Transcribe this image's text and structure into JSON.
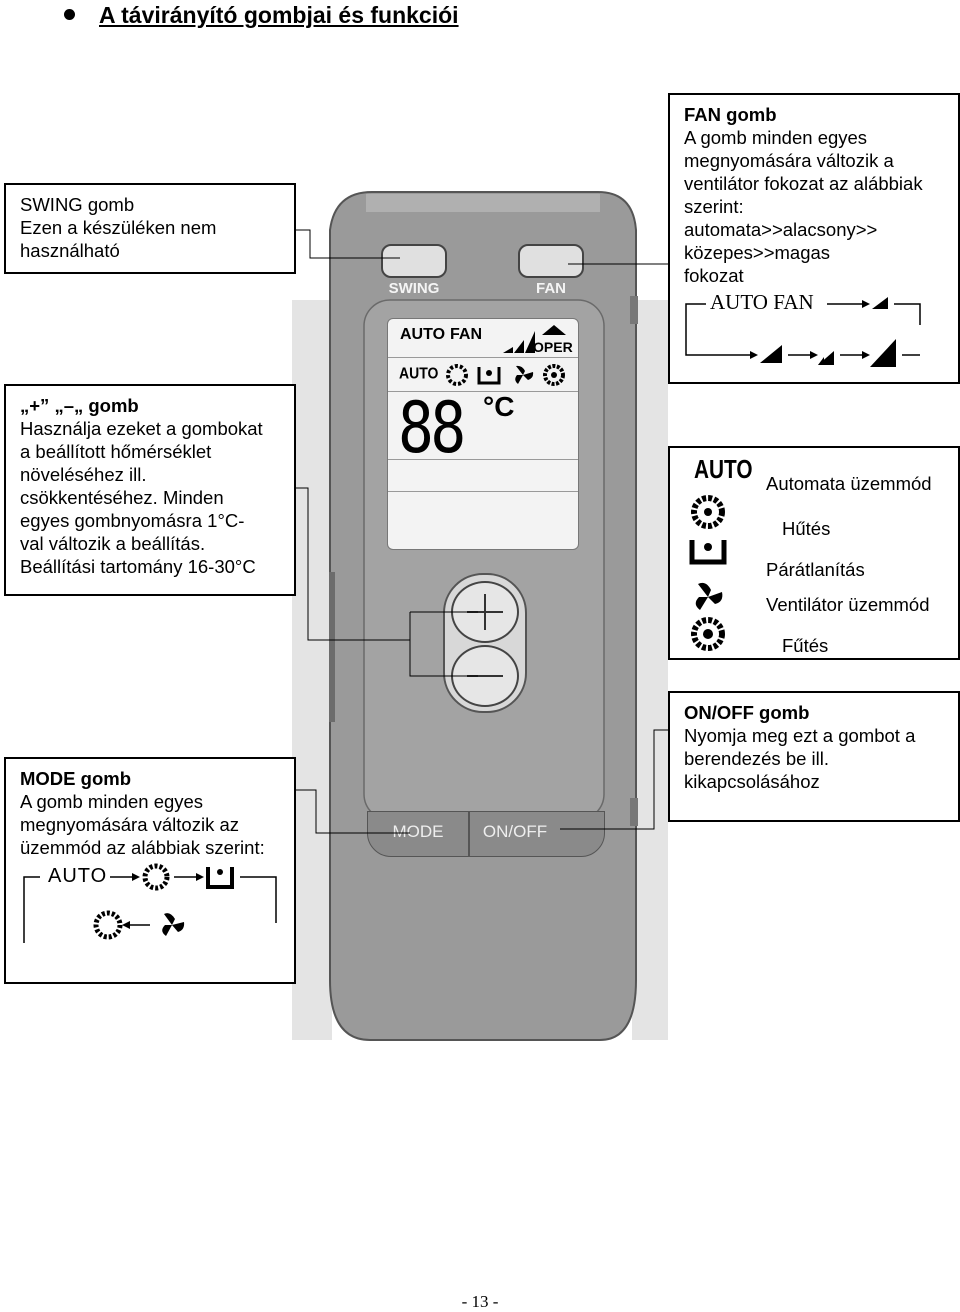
{
  "heading": "A távirányító gombjai és funkciói",
  "swing_box": {
    "title": "SWING gomb",
    "lines": [
      "Ezen a készüléken nem",
      "használható"
    ]
  },
  "fan_box": {
    "title": "FAN gomb",
    "lines": [
      "A gomb minden egyes",
      "megnyomására változik a",
      "ventilátor fokozat az alábbiak",
      "szerint:",
      "automata>>alacsony>>",
      "közepes>>magas",
      "fokozat"
    ],
    "diagram_label": "AUTO FAN"
  },
  "plusminus_box": {
    "title": "„+” „–„  gomb",
    "lines": [
      "Használja ezeket a gombokat",
      "a beállított hőmérséklet",
      "növeléséhez ill.",
      "csökkentéséhez. Minden",
      "egyes gombnyomásra 1°C-",
      "val változik a beállítás.",
      "Beállítási tartomány 16-30°C"
    ]
  },
  "mode_legend": {
    "auto_label": "AUTO",
    "items": [
      "Automata üzemmód",
      "Hűtés",
      "Párátlanítás",
      "Ventilátor üzemmód",
      "Fűtés"
    ]
  },
  "mode_box": {
    "title": "MODE  gomb",
    "lines": [
      "A gomb minden egyes",
      "megnyomására változik az",
      "üzemmód az alábbiak szerint:"
    ],
    "diagram_label": "AUTO"
  },
  "onoff_box": {
    "title": "ON/OFF gomb",
    "lines": [
      "Nyomja meg ezt a gombot a",
      "berendezés be ill.",
      "kikapcsolásához"
    ]
  },
  "remote": {
    "swing_label": "SWING",
    "fan_label": "FAN",
    "display_auto": "AUTO",
    "display_fan": "FAN",
    "display_oper": "OPER",
    "display_auto_small": "AUTO",
    "display_digits": "88",
    "display_unit": "°C",
    "mode_label": "MODE",
    "onoff_label": "ON/OFF"
  },
  "page_number": "- 13 -"
}
